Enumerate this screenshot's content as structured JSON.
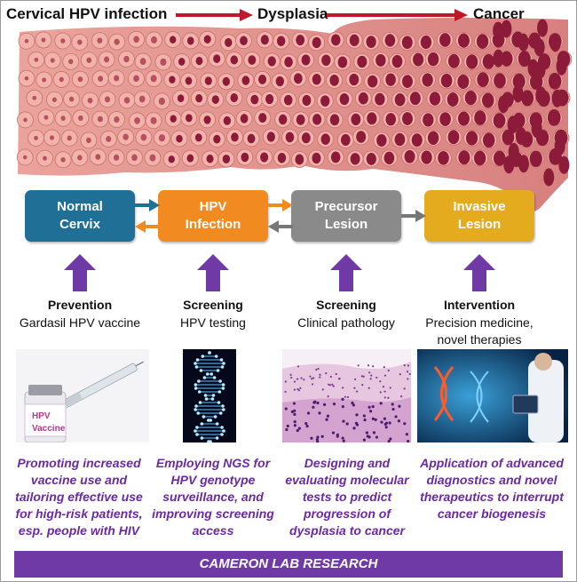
{
  "header": {
    "stage1": "Cervical HPV infection",
    "stage2": "Dysplasia",
    "stage3": "Cancer"
  },
  "stages": [
    {
      "line1": "Normal",
      "line2": "Cervix",
      "color": "#1f6f96"
    },
    {
      "line1": "HPV",
      "line2": "Infection",
      "color": "#f28a22"
    },
    {
      "line1": "Precursor",
      "line2": "Lesion",
      "color": "#8a8a8a"
    },
    {
      "line1": "Invasive",
      "line2": "Lesion",
      "color": "#e5ab1e"
    }
  ],
  "columns": [
    {
      "title": "Prevention",
      "subtitle": "Gardasil HPV vaccine",
      "description": "Promoting increased vaccine use and tailoring effective use for high-risk patients, esp. people with HIV",
      "image_label_1": "HPV",
      "image_label_2": "Vaccine"
    },
    {
      "title": "Screening",
      "subtitle": "HPV testing",
      "description": "Employing NGS for HPV genotype surveillance, and improving screening access"
    },
    {
      "title": "Screening",
      "subtitle": "Clinical pathology",
      "description": "Designing and evaluating molecular tests to predict progression of dysplasia to cancer"
    },
    {
      "title": "Intervention",
      "subtitle": "Precision medicine, novel therapies",
      "description": "Application of advanced diagnostics and novel therapeutics to interrupt cancer biogenesis"
    }
  ],
  "footer": "CAMERON LAB RESEARCH",
  "colors": {
    "accent_purple": "#6f3aa5",
    "arrow_red": "#c0182a",
    "tissue_pink": "#e59a92",
    "nucleus": "#8c1b3a"
  }
}
